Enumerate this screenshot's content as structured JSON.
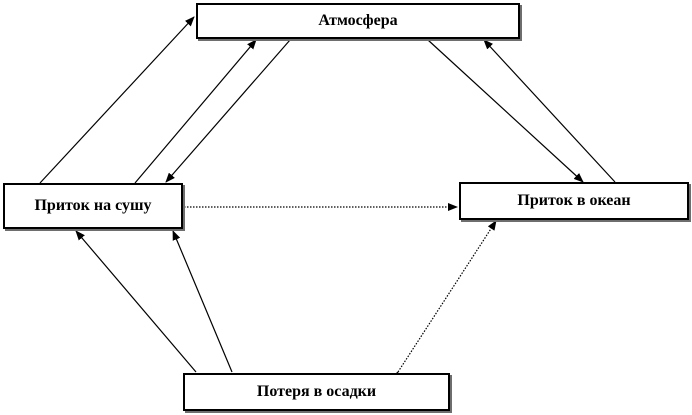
{
  "nodes": {
    "atmosphere": "Атмосфера",
    "land_inflow": "Приток на сушу",
    "ocean_inflow": "Приток в океан",
    "precipitation_loss": "Потеря в осадки"
  },
  "colors": {
    "line": "#000000",
    "shadow": "#6e6e6e",
    "background": "#ffffff"
  }
}
